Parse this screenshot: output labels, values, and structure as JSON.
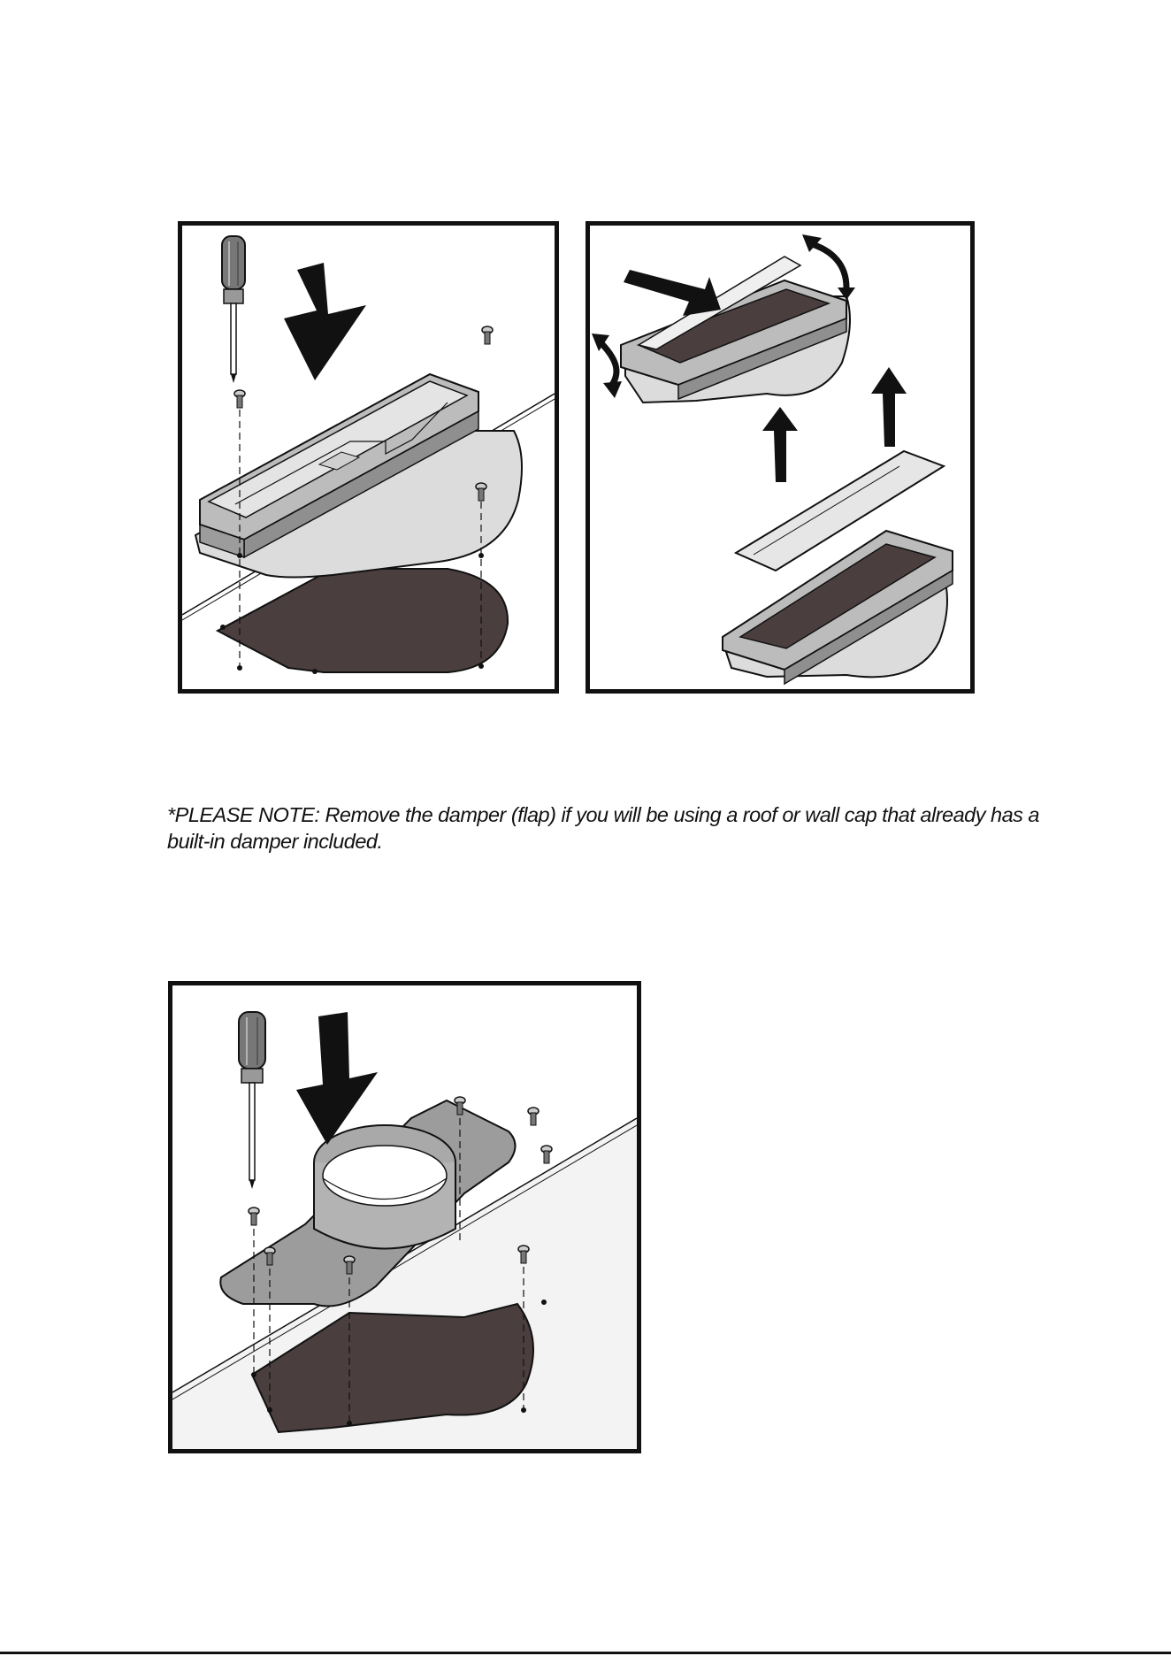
{
  "note": {
    "text": "*PLEASE NOTE: Remove the damper (flap) if you will be using a roof or wall cap that already has a built-in damper included."
  },
  "illustrations": [
    {
      "name": "install-rectangular-duct-adapter",
      "icons": [
        "screwdriver-icon",
        "down-arrow-icon",
        "screw-icon"
      ]
    },
    {
      "name": "remove-damper-flap",
      "icons": [
        "push-arrow-icon",
        "rotate-arrow-icon",
        "lift-arrow-icon"
      ]
    },
    {
      "name": "install-round-duct-collar",
      "icons": [
        "screwdriver-icon",
        "down-arrow-icon",
        "screw-icon"
      ]
    }
  ],
  "colors": {
    "ink": "#111111",
    "dark_panel": "#4a3f3e",
    "light_gray": "#dcdcdc",
    "mid_gray": "#a9a9a9",
    "surface": "#f3f3f3"
  }
}
